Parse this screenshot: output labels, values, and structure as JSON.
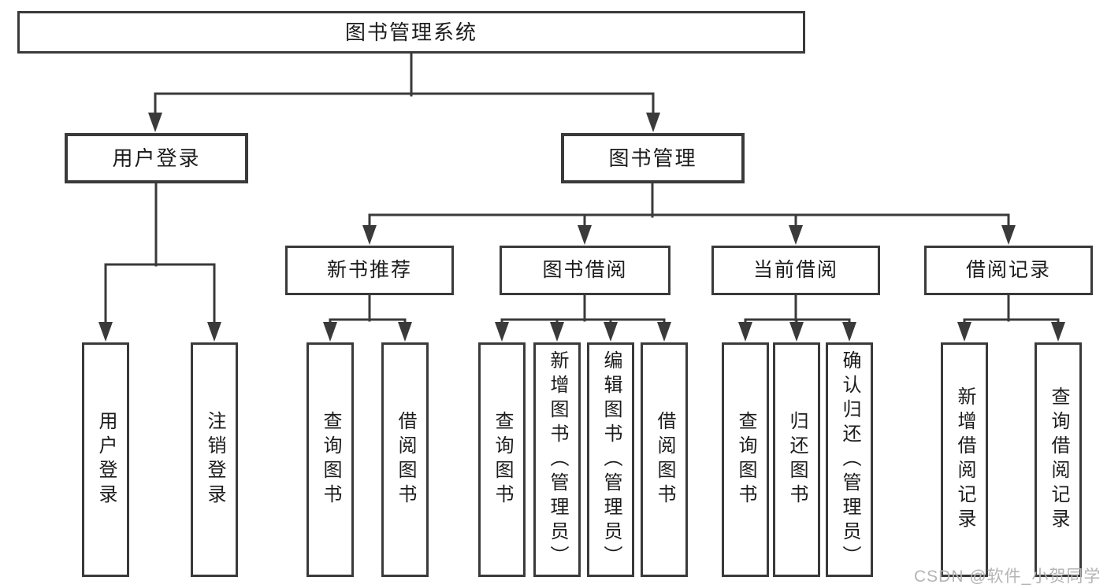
{
  "diagram": {
    "root": {
      "label": "图书管理系统"
    },
    "branches": [
      {
        "label": "用户登录",
        "children": [
          {
            "label": "用户登录"
          },
          {
            "label": "注销登录"
          }
        ]
      },
      {
        "label": "图书管理",
        "sections": [
          {
            "label": "新书推荐",
            "children": [
              {
                "label": "查询图书"
              },
              {
                "label": "借阅图书"
              }
            ]
          },
          {
            "label": "图书借阅",
            "children": [
              {
                "label": "查询图书"
              },
              {
                "label": "新增图书（管理员）"
              },
              {
                "label": "编辑图书（管理员）"
              },
              {
                "label": "借阅图书"
              }
            ]
          },
          {
            "label": "当前借阅",
            "children": [
              {
                "label": "查询图书"
              },
              {
                "label": "归还图书"
              },
              {
                "label": "确认归还（管理员）"
              }
            ]
          },
          {
            "label": "借阅记录",
            "children": [
              {
                "label": "新增借阅记录"
              },
              {
                "label": "查询借阅记录"
              }
            ]
          }
        ]
      }
    ]
  },
  "watermark": "CSDN @软件_小贺同学",
  "colors": {
    "line": "#3a3a3a",
    "text": "#1c1c1c",
    "background": "#ffffff",
    "watermark": "#b4b4b4"
  }
}
